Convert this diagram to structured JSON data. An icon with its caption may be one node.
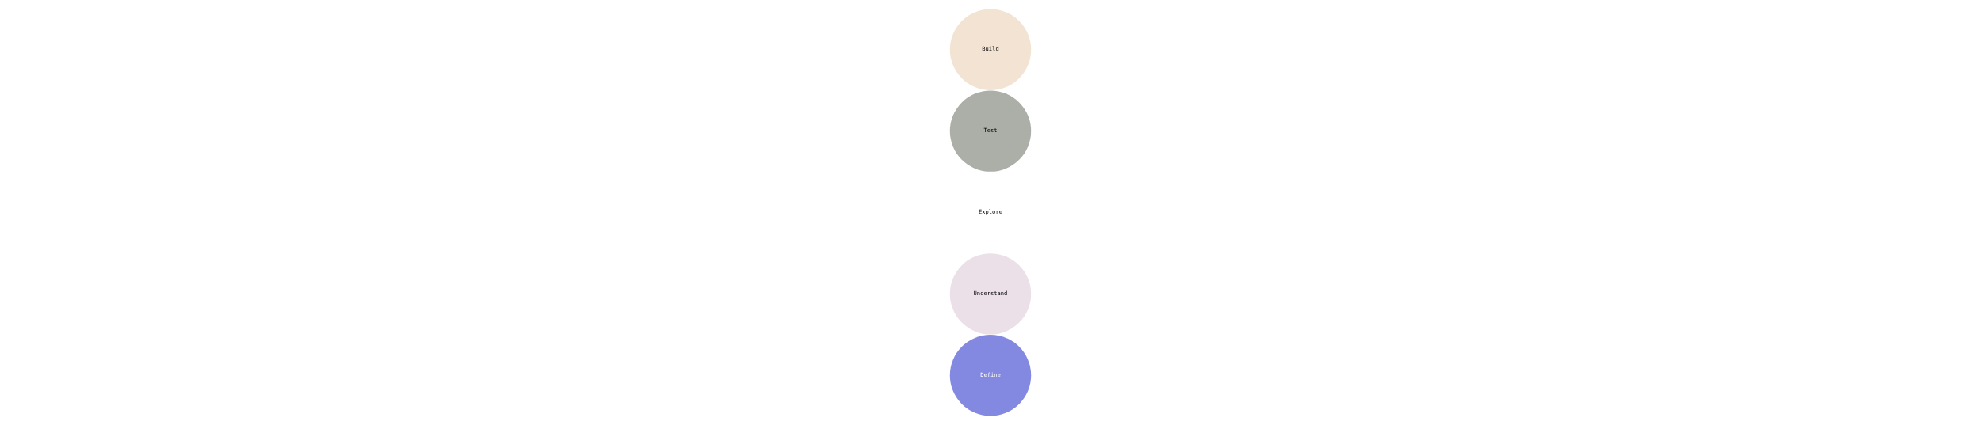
{
  "diagram": {
    "nodes": [
      {
        "text": [
          "Define"
        ]
      },
      {
        "text": [
          "Understand"
        ]
      },
      {
        "text": [
          "Explore"
        ]
      },
      {
        "text": [
          "Test"
        ]
      },
      {
        "text": [
          "Build"
        ]
      }
    ]
  }
}
